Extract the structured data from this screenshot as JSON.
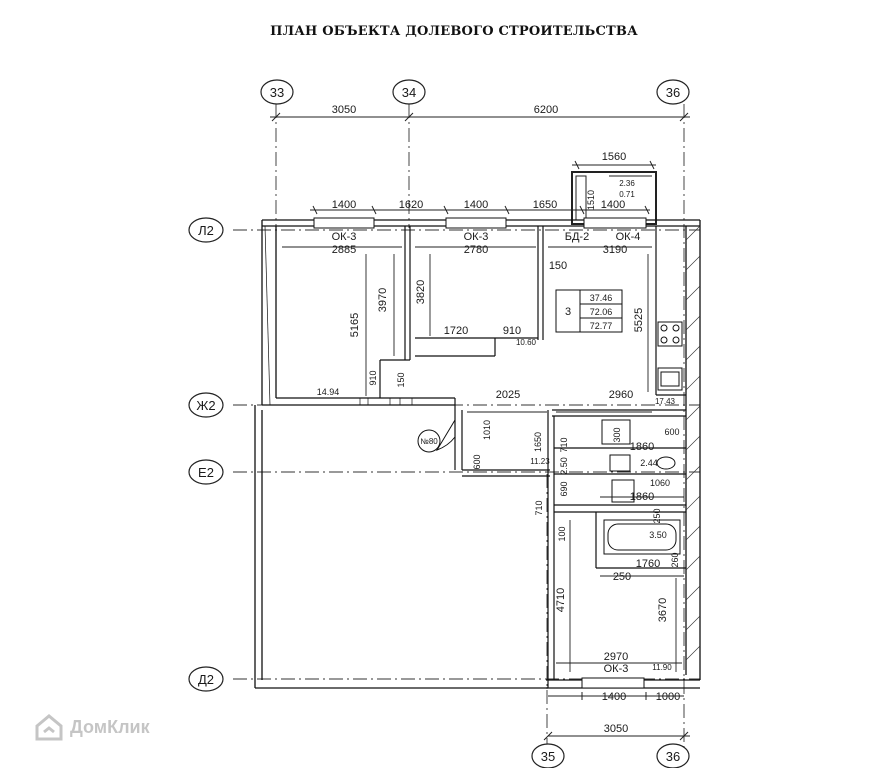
{
  "title": "ПЛАН ОБЪЕКТА ДОЛЕВОГО СТРОИТЕЛЬСТВА",
  "axes": {
    "top": [
      "33",
      "34",
      "36"
    ],
    "bottom": [
      "35",
      "36"
    ],
    "left": [
      "Л2",
      "Ж2",
      "Е2",
      "Д2"
    ]
  },
  "dims": {
    "top_3050": "3050",
    "top_6200": "6200",
    "balcony_1560": "1560",
    "balcony_1510": "1510",
    "balcony_236": "2.36",
    "balcony_071": "0.71",
    "w_1400a": "1400",
    "w_1620": "1620",
    "w_1400b": "1400",
    "w_1650": "1650",
    "w_1400c": "1400",
    "ok3a": "ОК-3",
    "ok3b": "ОК-3",
    "bd2": "БД-2",
    "ok4": "ОК-4",
    "r_2885": "2885",
    "r_2780": "2780",
    "r_3190": "3190",
    "r_150a": "150",
    "r_3970": "3970",
    "r_5165": "5165",
    "r_3820": "3820",
    "r_5525": "5525",
    "r_1720": "1720",
    "r_910a": "910",
    "r_1060": "10.60",
    "r_910b": "910",
    "r_150b": "150",
    "r_1494": "14.94",
    "r_2025": "2025",
    "r_2960": "2960",
    "r_1743": "17.43",
    "r_300": "300",
    "r_1860a": "1860",
    "r_600a": "600",
    "r_1010": "1010",
    "r_1650": "1650",
    "r_710a": "710",
    "r_600b": "600",
    "r_1123": "11.23",
    "r_2450": "2.50",
    "r_244": "2.44",
    "r_1060b": "1060",
    "r_690": "690",
    "r_1860b": "1860",
    "r_710b": "710",
    "r_250a": "250",
    "r_100": "100",
    "r_350": "3.50",
    "r_1760": "1760",
    "r_250b": "250",
    "r_260": "260",
    "r_4710": "4710",
    "r_3670": "3670",
    "r_2970": "2970",
    "ok3c": "ОК-3",
    "r_1190": "11.90",
    "b_1400": "1400",
    "b_1000": "1000",
    "b_3050": "3050",
    "entry": "№80"
  },
  "summary": {
    "rooms": "3",
    "living": "37.46",
    "total": "72.06",
    "total_balcony": "72.77"
  },
  "watermark": "ДомКлик"
}
